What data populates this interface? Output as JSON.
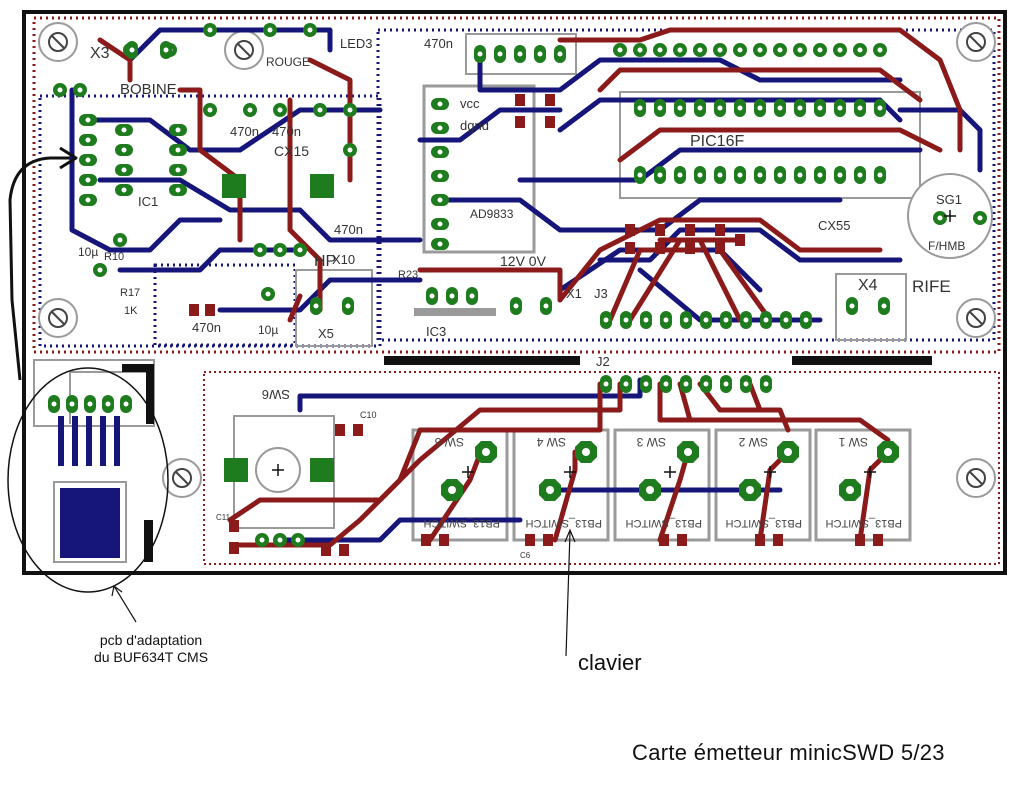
{
  "board": {
    "labels": {
      "x3": "X3",
      "bobine": "BOBINE",
      "led3": "LED3",
      "rouge": "ROUGE",
      "cap470n_a": "470n",
      "cap470n_b": "470n",
      "cap470n_c": "470n",
      "cap470n_d": "470n",
      "cap470n_e": "470n",
      "cx15": "CX15",
      "ic1": "IC1",
      "vcc": "vcc",
      "dgnd": "dgnd",
      "ad9833": "AD9833",
      "pic": "PIC16F",
      "sg1": "SG1",
      "fhmb": "F/HMB",
      "rife": "RIFE",
      "x4": "X4",
      "cx55": "CX55",
      "hp": "HP",
      "x10": "X10",
      "x5": "X5",
      "ic3": "IC3",
      "v12": "12V 0V",
      "x1": "X1",
      "j3": "J3",
      "j2": "J2",
      "r10": "R10",
      "r17": "R17",
      "r23": "R23",
      "r1k": "1K",
      "u10": "10µ",
      "u10b": "10µ",
      "sw6": "SW6",
      "c10": "C10",
      "c11": "C11",
      "c6": "C6",
      "sw5": "SW 5",
      "sw4": "SW 4",
      "sw3": "SW 3",
      "sw2": "SW 2",
      "sw1": "SW 1",
      "pb13": "PB13_SWITCH"
    },
    "colors": {
      "copper_top": "#8b1a1a",
      "copper_bottom": "#15157a",
      "pad": "#1e7b1e",
      "outline": "#111111",
      "silk": "#9a9a9a"
    }
  },
  "annotations": {
    "pcb_note_line1": "pcb d'adaptation",
    "pcb_note_line2": "du BUF634T CMS",
    "clavier": "clavier",
    "caption": "Carte émetteur  minicSWD  5/23"
  }
}
